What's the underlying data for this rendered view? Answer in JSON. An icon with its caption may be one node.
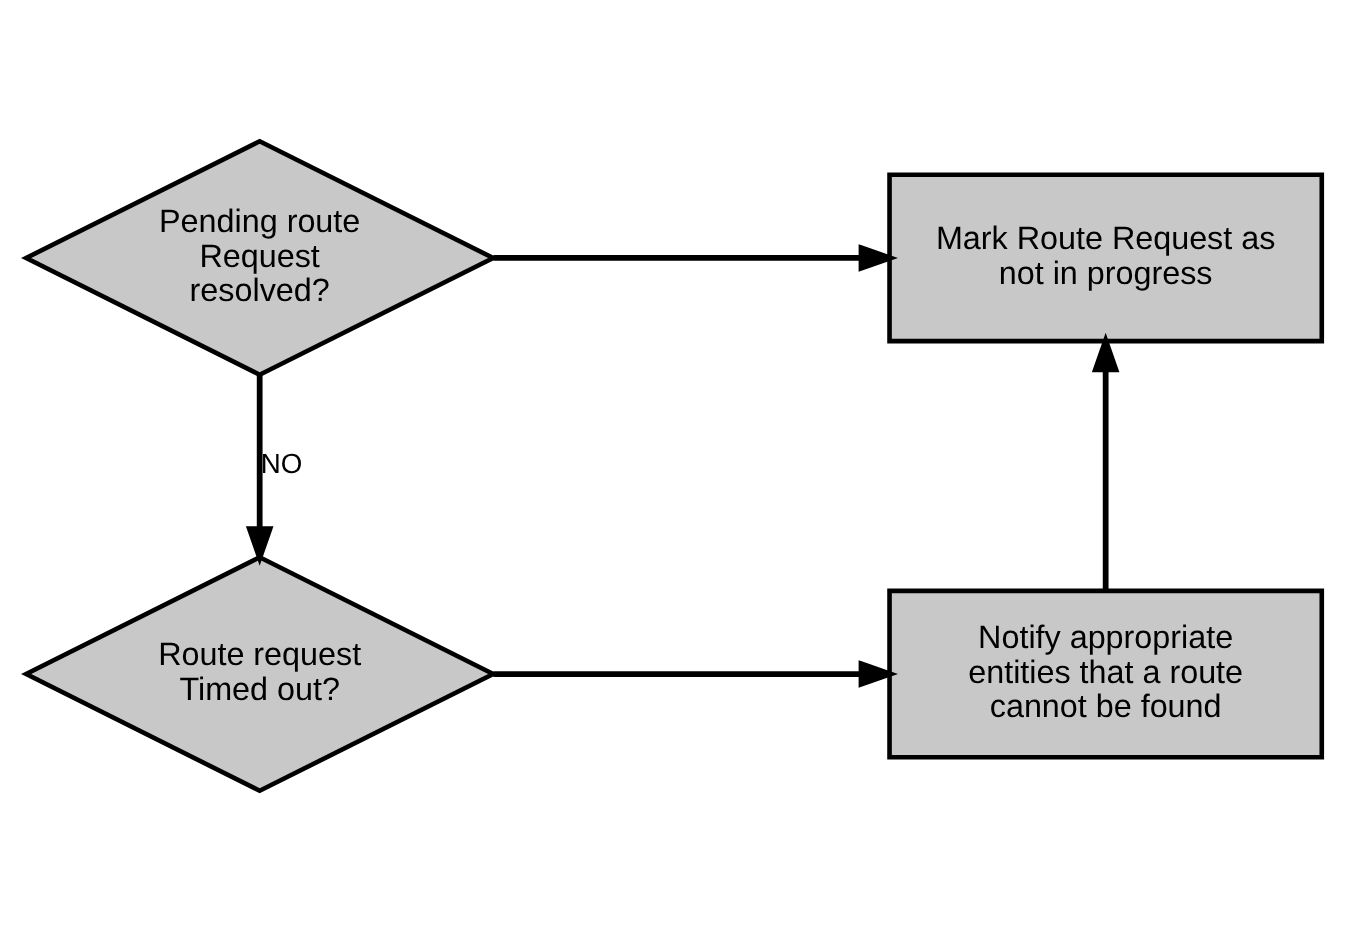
{
  "diagram": {
    "nodes": [
      {
        "text": [
          "Pending route Request resolved?"
        ]
      },
      {
        "text": [
          "Mark Route Request as not in progress"
        ]
      },
      {
        "text": [
          "Route request Timed out?"
        ]
      },
      {
        "text": [
          "Notify appropriate entities that a route cannot be found"
        ]
      }
    ],
    "edges": [
      {
        "from": 0,
        "to": 1,
        "arrow": "to"
      },
      {
        "from": 0,
        "to": 2,
        "arrow": "to",
        "label": "NO"
      },
      {
        "from": 2,
        "to": 3,
        "arrow": "to"
      },
      {
        "from": 3,
        "to": 1,
        "arrow": "to"
      }
    ]
  }
}
